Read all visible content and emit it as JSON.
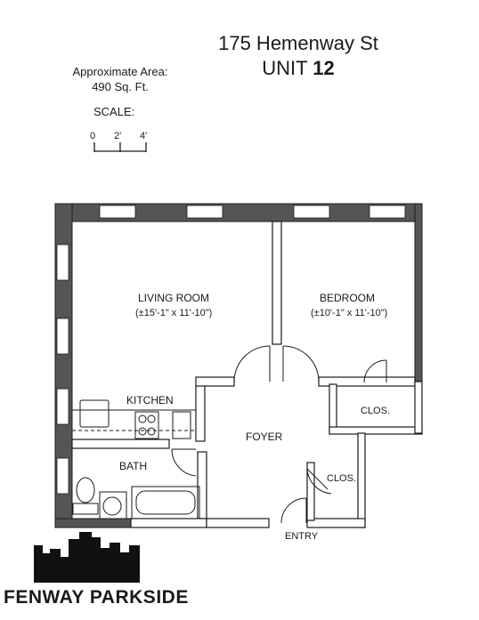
{
  "header": {
    "address": "175 Hemenway St",
    "unit_prefix": "UNIT",
    "unit_number": "12"
  },
  "area": {
    "label": "Approximate Area:",
    "value": "490 Sq. Ft."
  },
  "scale": {
    "label": "SCALE:",
    "ticks": [
      "0",
      "2'",
      "4'"
    ]
  },
  "rooms": {
    "living_room": {
      "name": "LIVING ROOM",
      "dims": "(±15'-1\" x 11'-10\")"
    },
    "bedroom": {
      "name": "BEDROOM",
      "dims": "(±10'-1\" x 11'-10\")"
    },
    "kitchen": "KITCHEN",
    "bath": "BATH",
    "foyer": "FOYER",
    "closet_bedroom": "CLOS.",
    "closet_entry": "CLOS.",
    "entry": "ENTRY"
  },
  "brand": {
    "name": "FENWAY PARKSIDE"
  },
  "colors": {
    "wall": "#555555",
    "line": "#1a1a1a"
  }
}
